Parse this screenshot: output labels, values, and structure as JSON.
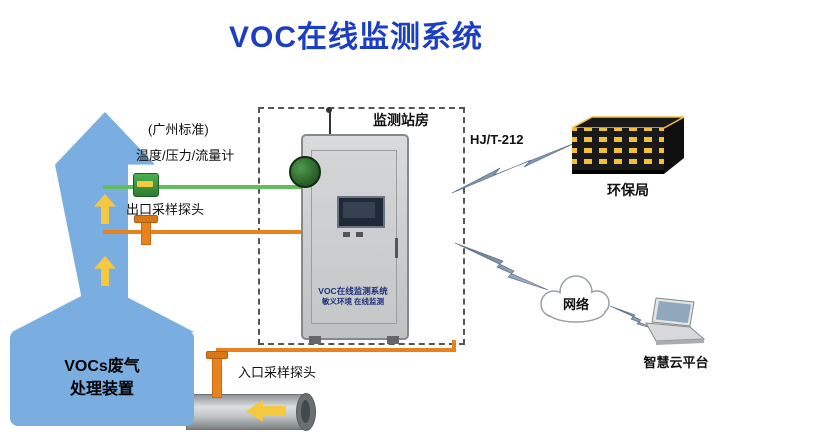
{
  "title": "VOC在线监测系统",
  "stack": {
    "standard_note": "(广州标准)",
    "sensor_label": "温度/压力/流量计",
    "outlet_probe_label": "出口采样探头",
    "inlet_probe_label": "入口采样探头",
    "device_line1": "VOCs废气",
    "device_line2": "处理装置"
  },
  "station": {
    "room_label": "监测站房",
    "cabinet_line1": "VOC在线监测系统",
    "cabinet_line2": "敏义环境 在线监测"
  },
  "remote": {
    "protocol": "HJ/T-212",
    "epa_label": "环保局",
    "cloud_label": "网络",
    "platform_label": "智慧云平台"
  },
  "colors": {
    "title_blue": "#1C3EC2",
    "stack_blue": "#7AAEE0",
    "green_line": "#63BC5F",
    "orange_line": "#E8821E",
    "arrow_yellow": "#F5C93F",
    "building_yellow": "#F2C036",
    "lightning": "#8296AE"
  },
  "icons": {
    "lightning-bolt": "zigzag-polygon",
    "network-cloud": "cloud-shape",
    "epa-building": "building-with-lit-windows",
    "laptop": "laptop-shape",
    "up-arrow": "▲",
    "left-arrow": "◀"
  }
}
